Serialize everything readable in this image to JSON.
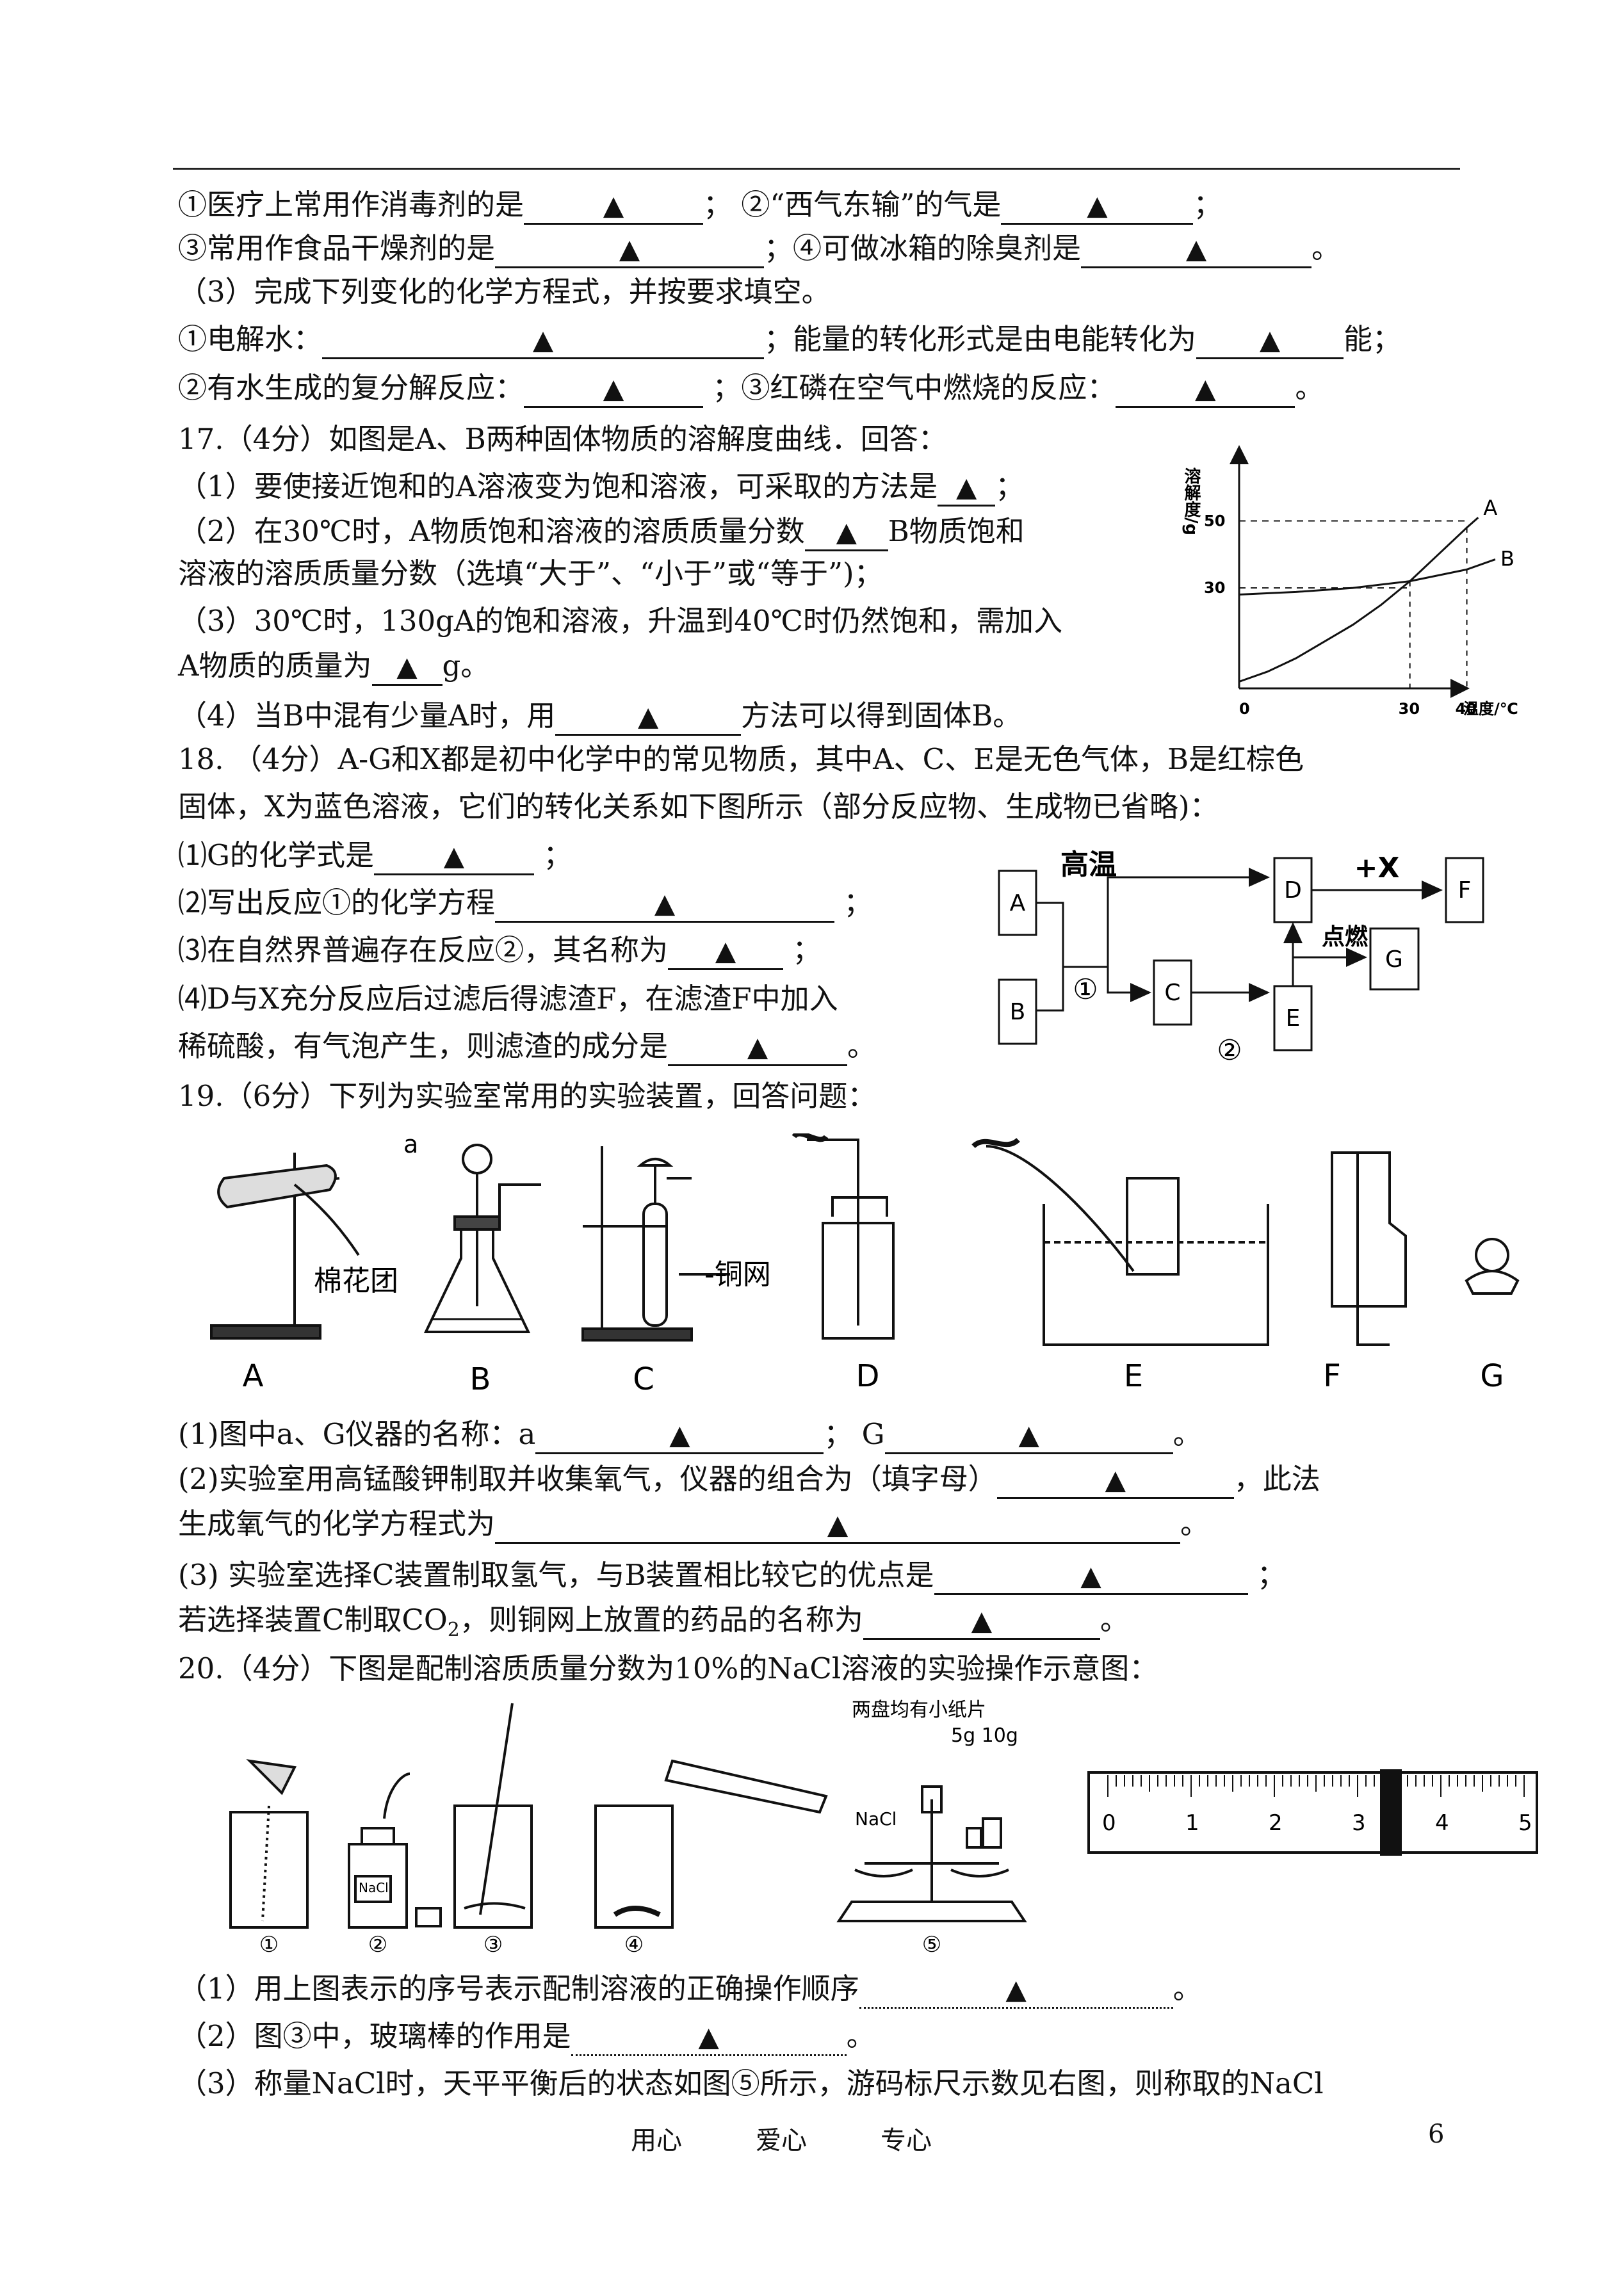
{
  "blank_marker": "▲",
  "q16": {
    "l1a": "①医疗上常用作消毒剂的是",
    "l1b": "；  ②“西气东输”的气是",
    "l1c": "；",
    "l2a": "③常用作食品干燥剂的是",
    "l2b": "；④可做冰箱的除臭剂是",
    "l2c": "。",
    "l3": "（3）完成下列变化的化学方程式，并按要求填空。",
    "l4a": "①电解水：",
    "l4b": "；能量的转化形式是由电能转化为",
    "l4c": "能；",
    "l5a": "②有水生成的复分解反应：",
    "l5b": " ；③红磷在空气中燃烧的反应：",
    "l5c": "。"
  },
  "q17": {
    "l1": "17.（4分）如图是A、B两种固体物质的溶解度曲线．回答：",
    "l2a": "（1）要使接近饱和的A溶液变为饱和溶液，可采取的方法是",
    "l2b": "；",
    "l3a": "（2）在30℃时，A物质饱和溶液的溶质质量分数",
    "l3b": "B物质饱和",
    "l4": "溶液的溶质质量分数（选填“大于”、“小于”或“等于”)；",
    "l5": "（3）30℃时，130gA的饱和溶液，升温到40℃时仍然饱和，需加入",
    "l6a": "A物质的质量为",
    "l6b": "g。",
    "l7a": "（4）当B中混有少量A时，用",
    "l7b": "方法可以得到固体B。"
  },
  "chart_data": {
    "type": "line",
    "ylabel": "溶解度/g",
    "xlabel": "温度/℃",
    "x_ticks": [
      "0",
      "30",
      "40"
    ],
    "y_ticks": [
      "30",
      "50"
    ],
    "xlim": [
      0,
      45
    ],
    "ylim": [
      0,
      65
    ],
    "series": [
      {
        "name": "A",
        "x": [
          0,
          5,
          10,
          15,
          20,
          25,
          30,
          35,
          40,
          42
        ],
        "y": [
          2,
          5,
          9,
          14,
          19,
          25,
          32,
          40,
          48,
          51
        ]
      },
      {
        "name": "B",
        "x": [
          0,
          10,
          20,
          30,
          40,
          45
        ],
        "y": [
          28,
          28.8,
          30,
          32,
          35.5,
          38.5
        ]
      }
    ]
  },
  "q18": {
    "l1": "18.  （4分）A-G和X都是初中化学中的常见物质，其中A、C、E是无色气体，B是红棕色",
    "l2": "固体，X为蓝色溶液，它们的转化关系如下图所示（部分反应物、生成物已省略)：",
    "l3a": "⑴G的化学式是",
    "l3b": " ；",
    "l4a": "⑵写出反应①的化学方程",
    "l4b": " ；",
    "l5a": "⑶在自然界普遍存在反应②，其名称为",
    "l5b": " ；",
    "l6": "⑷D与X充分反应后过滤后得滤渣F，在滤渣F中加入",
    "l7a": "稀硫酸，有气泡产生，则滤渣的成分是",
    "l7b": "。"
  },
  "flow": {
    "A": "A",
    "B": "B",
    "C": "C",
    "D": "D",
    "E": "E",
    "F": "F",
    "G": "G",
    "cond1": "高温",
    "num1": "①",
    "num2": "②",
    "plusX": "+X",
    "ignite": "点燃"
  },
  "q19": {
    "title": "19.（6分）下列为实验室常用的实验装置，回答问题：",
    "labels": [
      "A",
      "B",
      "C",
      "D",
      "E",
      "F",
      "G"
    ],
    "cotton": "棉花团",
    "mesh": "-铜网",
    "a": "a",
    "l1a": "(1)图中a、G仪器的名称：a",
    "l1b": "；  G",
    "l1c": "。",
    "l2a": "(2)实验室用高锰酸钾制取并收集氧气，仪器的组合为（填字母）",
    "l2b": "，此法",
    "l3a": "生成氧气的化学方程式为",
    "l3b": "。",
    "l4a": "(3) 实验室选择C装置制取氢气，与B装置相比较它的优点是",
    "l4b": " ；",
    "l5a": "若选择装置C制取CO",
    "l5sub": "2",
    "l5b": "，则铜网上放置的药品的名称为",
    "l5c": "。"
  },
  "q20": {
    "title": "20.（4分）下图是配制溶质质量分数为10%的NaCl溶液的实验操作示意图：",
    "pan_note": "两盘均有小纸片",
    "weights": "5g 10g",
    "nacl": "NaCl",
    "steps": [
      "①",
      "②",
      "③",
      "④",
      "⑤"
    ],
    "ruler_ticks": [
      "0",
      "1",
      "2",
      "3",
      "4",
      "5"
    ],
    "rider_position": 3.4,
    "l1a": "（1）用上图表示的序号表示配制溶液的正确操作顺序",
    "l1b": "。",
    "l2a": "（2）图③中，玻璃棒的作用是",
    "l2b": "。",
    "l3": "（3）称量NaCl时，天平平衡后的状态如图⑤所示，游码标尺示数见右图，则称取的NaCl"
  },
  "footer": {
    "motto1": "用心",
    "motto2": "爱心",
    "motto3": "专心",
    "page": "6"
  }
}
